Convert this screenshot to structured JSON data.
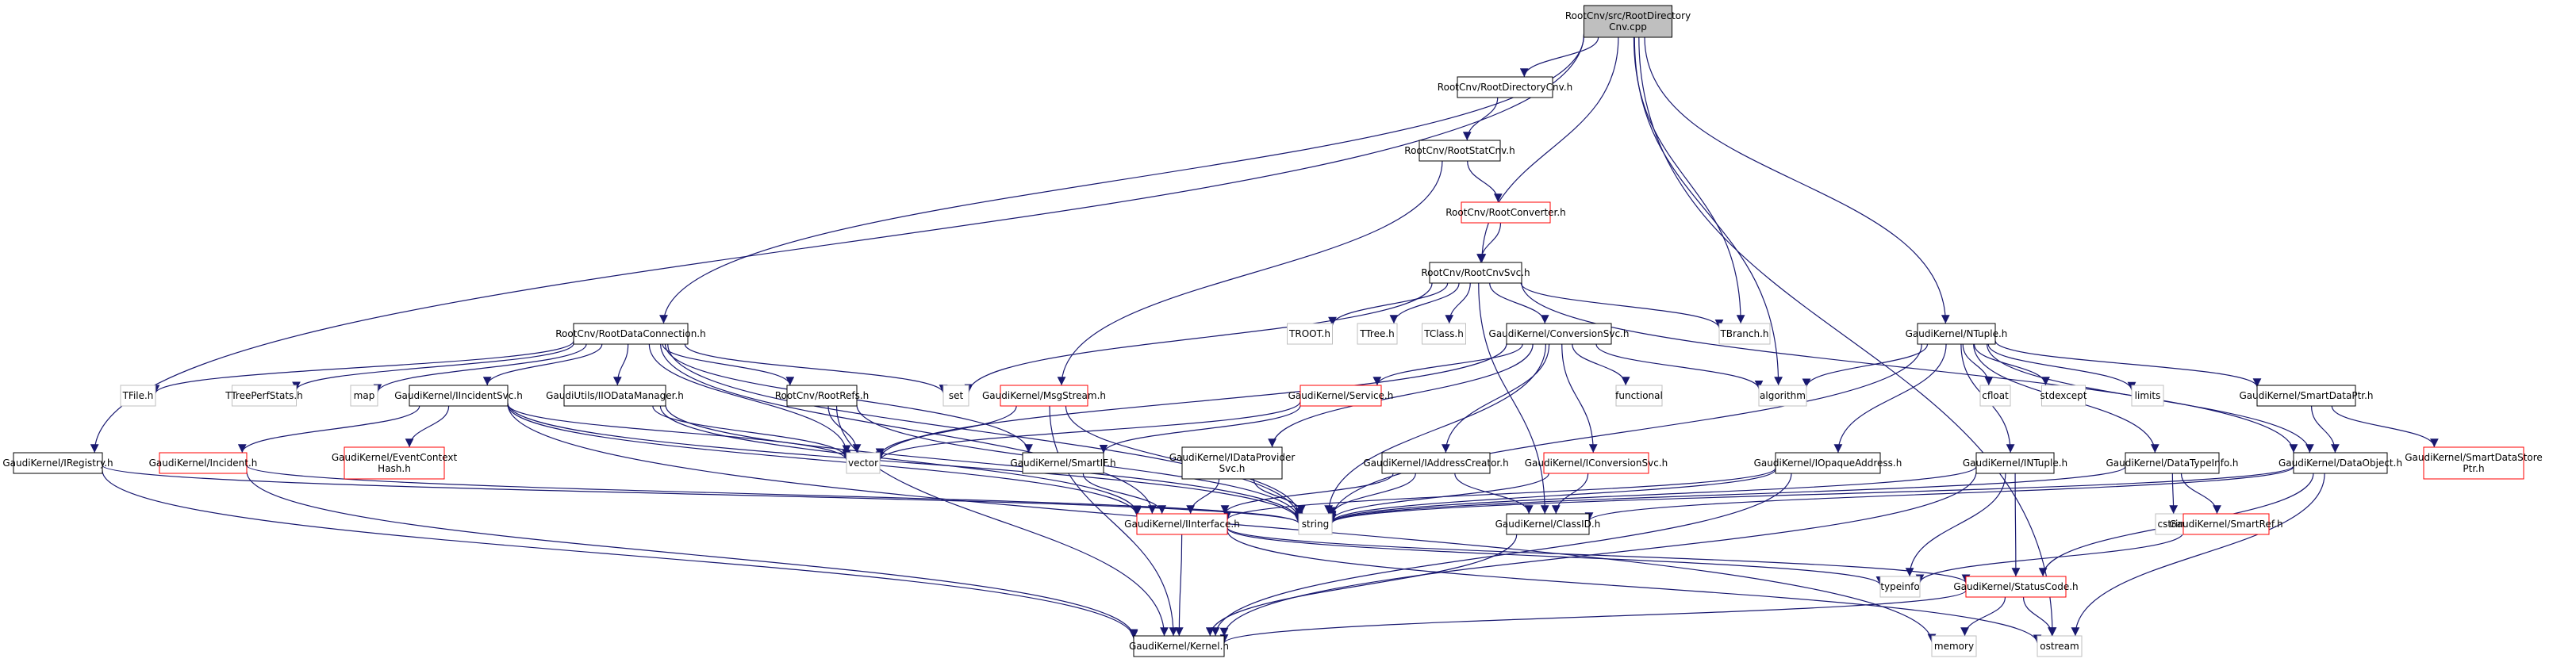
{
  "nodes": [
    {
      "id": "root",
      "label": "RootCnv/src/RootDirectory\nCnv.cpp",
      "kind": "focus"
    },
    {
      "id": "rdc_h",
      "label": "RootCnv/RootDirectoryCnv.h",
      "kind": "normal"
    },
    {
      "id": "rsc_h",
      "label": "RootCnv/RootStatCnv.h",
      "kind": "normal"
    },
    {
      "id": "rconv_h",
      "label": "RootCnv/RootConverter.h",
      "kind": "red"
    },
    {
      "id": "rcnvsvc_h",
      "label": "RootCnv/RootCnvSvc.h",
      "kind": "normal"
    },
    {
      "id": "rdataconn_h",
      "label": "RootCnv/RootDataConnection.h",
      "kind": "normal"
    },
    {
      "id": "troot",
      "label": "TROOT.h",
      "kind": "gray"
    },
    {
      "id": "ttree",
      "label": "TTree.h",
      "kind": "gray"
    },
    {
      "id": "tclass",
      "label": "TClass.h",
      "kind": "gray"
    },
    {
      "id": "convsvc_h",
      "label": "GaudiKernel/ConversionSvc.h",
      "kind": "normal"
    },
    {
      "id": "tbranch",
      "label": "TBranch.h",
      "kind": "gray"
    },
    {
      "id": "ntuple_h",
      "label": "GaudiKernel/NTuple.h",
      "kind": "normal"
    },
    {
      "id": "tfile",
      "label": "TFile.h",
      "kind": "gray"
    },
    {
      "id": "ttreeperf",
      "label": "TTreePerfStats.h",
      "kind": "gray"
    },
    {
      "id": "map",
      "label": "map",
      "kind": "gray"
    },
    {
      "id": "iincsvc",
      "label": "GaudiKernel/IIncidentSvc.h",
      "kind": "normal"
    },
    {
      "id": "iodm",
      "label": "GaudiUtils/IIODataManager.h",
      "kind": "normal"
    },
    {
      "id": "rootrefs",
      "label": "RootCnv/RootRefs.h",
      "kind": "normal"
    },
    {
      "id": "msgstream",
      "label": "GaudiKernel/MsgStream.h",
      "kind": "red"
    },
    {
      "id": "set",
      "label": "set",
      "kind": "gray"
    },
    {
      "id": "service_h",
      "label": "GaudiKernel/Service.h",
      "kind": "red"
    },
    {
      "id": "functional",
      "label": "functional",
      "kind": "gray"
    },
    {
      "id": "algorithm",
      "label": "algorithm",
      "kind": "gray"
    },
    {
      "id": "cfloat",
      "label": "cfloat",
      "kind": "gray"
    },
    {
      "id": "stdexcept",
      "label": "stdexcept",
      "kind": "gray"
    },
    {
      "id": "limits",
      "label": "limits",
      "kind": "gray"
    },
    {
      "id": "smartdataptr",
      "label": "GaudiKernel/SmartDataPtr.h",
      "kind": "normal"
    },
    {
      "id": "iregistry",
      "label": "GaudiKernel/IRegistry.h",
      "kind": "normal"
    },
    {
      "id": "incident_h",
      "label": "GaudiKernel/Incident.h",
      "kind": "red"
    },
    {
      "id": "eventctx",
      "label": "GaudiKernel/EventContext\nHash.h",
      "kind": "red"
    },
    {
      "id": "vector",
      "label": "vector",
      "kind": "gray"
    },
    {
      "id": "smartif",
      "label": "GaudiKernel/SmartIF.h",
      "kind": "normal"
    },
    {
      "id": "idataprov",
      "label": "GaudiKernel/IDataProvider\nSvc.h",
      "kind": "normal"
    },
    {
      "id": "iaddrcreator",
      "label": "GaudiKernel/IAddressCreator.h",
      "kind": "normal"
    },
    {
      "id": "iconvsvc",
      "label": "GaudiKernel/IConversionSvc.h",
      "kind": "red"
    },
    {
      "id": "iopaque",
      "label": "GaudiKernel/IOpaqueAddress.h",
      "kind": "normal"
    },
    {
      "id": "intuple",
      "label": "GaudiKernel/INTuple.h",
      "kind": "normal"
    },
    {
      "id": "datatypeinfo",
      "label": "GaudiKernel/DataTypeInfo.h",
      "kind": "normal"
    },
    {
      "id": "dataobject",
      "label": "GaudiKernel/DataObject.h",
      "kind": "normal"
    },
    {
      "id": "smartdatastore",
      "label": "GaudiKernel/SmartDataStore\nPtr.h",
      "kind": "red"
    },
    {
      "id": "string",
      "label": "string",
      "kind": "gray"
    },
    {
      "id": "iinterface",
      "label": "GaudiKernel/IInterface.h",
      "kind": "red"
    },
    {
      "id": "classid",
      "label": "GaudiKernel/ClassID.h",
      "kind": "normal"
    },
    {
      "id": "cstring",
      "label": "cstring",
      "kind": "gray"
    },
    {
      "id": "smartref",
      "label": "GaudiKernel/SmartRef.h",
      "kind": "red"
    },
    {
      "id": "typeinfo",
      "label": "typeinfo",
      "kind": "gray"
    },
    {
      "id": "statuscode",
      "label": "GaudiKernel/StatusCode.h",
      "kind": "red"
    },
    {
      "id": "memory",
      "label": "memory",
      "kind": "gray"
    },
    {
      "id": "ostream",
      "label": "ostream",
      "kind": "gray"
    },
    {
      "id": "kernel_h",
      "label": "GaudiKernel/Kernel.h",
      "kind": "normal"
    }
  ],
  "edges": [
    [
      "root",
      "rdc_h"
    ],
    [
      "root",
      "rcnvsvc_h"
    ],
    [
      "root",
      "rdataconn_h"
    ],
    [
      "root",
      "tbranch"
    ],
    [
      "root",
      "algorithm"
    ],
    [
      "root",
      "ntuple_h"
    ],
    [
      "root",
      "iregistry"
    ],
    [
      "root",
      "ostream"
    ],
    [
      "rdc_h",
      "rsc_h"
    ],
    [
      "rsc_h",
      "rconv_h"
    ],
    [
      "rsc_h",
      "msgstream"
    ],
    [
      "rconv_h",
      "rcnvsvc_h"
    ],
    [
      "rcnvsvc_h",
      "troot"
    ],
    [
      "rcnvsvc_h",
      "ttree"
    ],
    [
      "rcnvsvc_h",
      "tclass"
    ],
    [
      "rcnvsvc_h",
      "convsvc_h"
    ],
    [
      "rcnvsvc_h",
      "tbranch"
    ],
    [
      "rcnvsvc_h",
      "set"
    ],
    [
      "rcnvsvc_h",
      "dataobject"
    ],
    [
      "rcnvsvc_h",
      "classid"
    ],
    [
      "rdataconn_h",
      "tfile"
    ],
    [
      "rdataconn_h",
      "ttreeperf"
    ],
    [
      "rdataconn_h",
      "map"
    ],
    [
      "rdataconn_h",
      "iincsvc"
    ],
    [
      "rdataconn_h",
      "iodm"
    ],
    [
      "rdataconn_h",
      "rootrefs"
    ],
    [
      "rdataconn_h",
      "set"
    ],
    [
      "rdataconn_h",
      "vector"
    ],
    [
      "rdataconn_h",
      "smartif"
    ],
    [
      "rdataconn_h",
      "string"
    ],
    [
      "rdataconn_h",
      "iinterface"
    ],
    [
      "convsvc_h",
      "service_h"
    ],
    [
      "convsvc_h",
      "functional"
    ],
    [
      "convsvc_h",
      "algorithm"
    ],
    [
      "convsvc_h",
      "vector"
    ],
    [
      "convsvc_h",
      "idataprov"
    ],
    [
      "convsvc_h",
      "iaddrcreator"
    ],
    [
      "convsvc_h",
      "iconvsvc"
    ],
    [
      "convsvc_h",
      "string"
    ],
    [
      "ntuple_h",
      "algorithm"
    ],
    [
      "ntuple_h",
      "cfloat"
    ],
    [
      "ntuple_h",
      "stdexcept"
    ],
    [
      "ntuple_h",
      "limits"
    ],
    [
      "ntuple_h",
      "smartdataptr"
    ],
    [
      "ntuple_h",
      "iopaque"
    ],
    [
      "ntuple_h",
      "intuple"
    ],
    [
      "ntuple_h",
      "datatypeinfo"
    ],
    [
      "ntuple_h",
      "dataobject"
    ],
    [
      "ntuple_h",
      "string"
    ],
    [
      "iincsvc",
      "incident_h"
    ],
    [
      "iincsvc",
      "eventctx"
    ],
    [
      "iincsvc",
      "vector"
    ],
    [
      "iincsvc",
      "string"
    ],
    [
      "iincsvc",
      "iinterface"
    ],
    [
      "iincsvc",
      "memory"
    ],
    [
      "iodm",
      "vector"
    ],
    [
      "iodm",
      "string"
    ],
    [
      "iodm",
      "iinterface"
    ],
    [
      "rootrefs",
      "vector"
    ],
    [
      "rootrefs",
      "string"
    ],
    [
      "rootrefs",
      "kernel_h"
    ],
    [
      "msgstream",
      "vector"
    ],
    [
      "msgstream",
      "string"
    ],
    [
      "msgstream",
      "kernel_h"
    ],
    [
      "service_h",
      "vector"
    ],
    [
      "service_h",
      "smartif"
    ],
    [
      "smartdataptr",
      "dataobject"
    ],
    [
      "smartdataptr",
      "smartdatastore"
    ],
    [
      "iregistry",
      "string"
    ],
    [
      "iregistry",
      "kernel_h"
    ],
    [
      "incident_h",
      "string"
    ],
    [
      "incident_h",
      "kernel_h"
    ],
    [
      "smartif",
      "iinterface"
    ],
    [
      "idataprov",
      "string"
    ],
    [
      "idataprov",
      "iinterface"
    ],
    [
      "iaddrcreator",
      "string"
    ],
    [
      "iaddrcreator",
      "classid"
    ],
    [
      "iaddrcreator",
      "iinterface"
    ],
    [
      "iconvsvc",
      "string"
    ],
    [
      "iconvsvc",
      "classid"
    ],
    [
      "iopaque",
      "string"
    ],
    [
      "iopaque",
      "kernel_h"
    ],
    [
      "iopaque",
      "iinterface"
    ],
    [
      "intuple",
      "string"
    ],
    [
      "intuple",
      "typeinfo"
    ],
    [
      "intuple",
      "statuscode"
    ],
    [
      "intuple",
      "kernel_h"
    ],
    [
      "datatypeinfo",
      "string"
    ],
    [
      "datatypeinfo",
      "cstring"
    ],
    [
      "datatypeinfo",
      "smartref"
    ],
    [
      "dataobject",
      "string"
    ],
    [
      "dataobject",
      "classid"
    ],
    [
      "dataobject",
      "statuscode"
    ],
    [
      "dataobject",
      "ostream"
    ],
    [
      "smartref",
      "typeinfo"
    ],
    [
      "iinterface",
      "kernel_h"
    ],
    [
      "iinterface",
      "typeinfo"
    ],
    [
      "iinterface",
      "statuscode"
    ],
    [
      "iinterface",
      "ostream"
    ],
    [
      "classid",
      "kernel_h"
    ],
    [
      "statuscode",
      "kernel_h"
    ],
    [
      "statuscode",
      "memory"
    ],
    [
      "statuscode",
      "ostream"
    ]
  ]
}
